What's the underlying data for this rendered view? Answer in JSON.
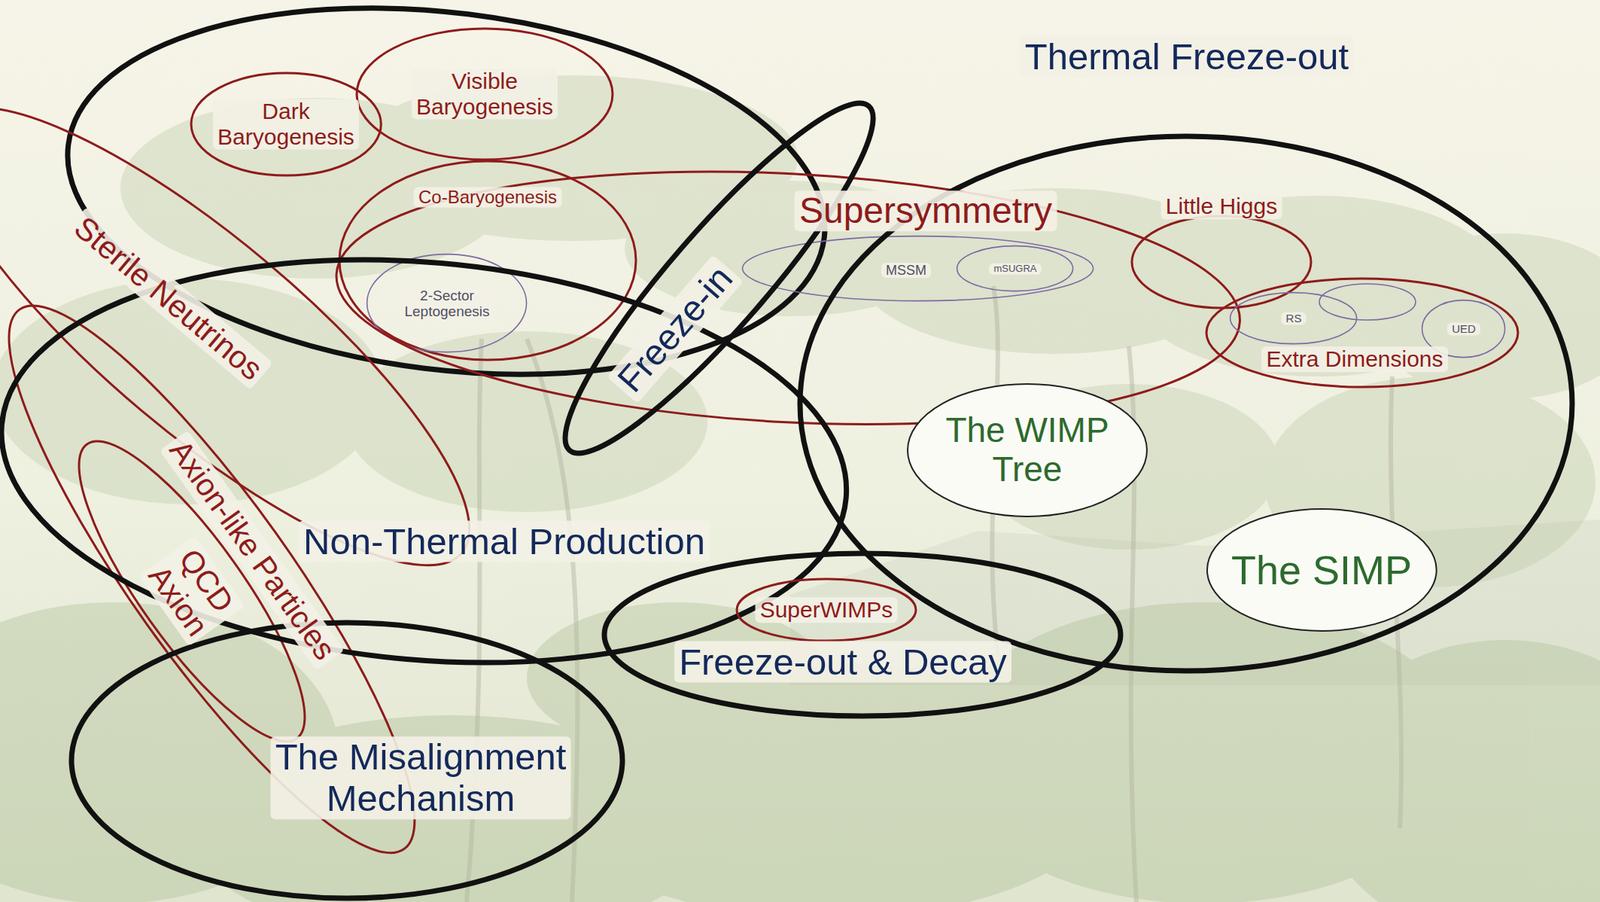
{
  "diagram": {
    "nodes": [
      {
        "text": [
          "Dark Baryogenesis"
        ]
      },
      {
        "text": [
          "Visible Baryogenesis"
        ]
      },
      {
        "text": [
          "Co-Baryogenesis"
        ]
      },
      {
        "text": [
          "2-Sector Leptogenesis"
        ],
        "in": 2
      },
      {
        "text": [
          "Supersymmetry"
        ]
      },
      {
        "text": [
          "MSSM"
        ],
        "in": 4
      },
      {
        "text": [
          "mSUGRA"
        ],
        "in": 5
      },
      {
        "text": [
          "Thermal Freeze-out"
        ]
      },
      {
        "text": [
          "Little Higgs"
        ]
      },
      {
        "text": [
          "Extra Dimensions"
        ]
      },
      {
        "text": [
          "RS"
        ],
        "in": 9
      },
      {
        "text": [
          "UED"
        ],
        "in": 9
      },
      {
        "text": [
          "Sterile Neutrinos"
        ]
      },
      {
        "text": [
          "Freeze-in"
        ]
      },
      {
        "text": [
          "The WIMP Tree"
        ],
        "in": 7
      },
      {
        "text": [
          "Axion-like Particles"
        ]
      },
      {
        "text": [
          "QCD Axion"
        ],
        "in": 15
      },
      {
        "text": [
          "Non-Thermal Production"
        ]
      },
      {
        "text": [
          "The SIMP"
        ],
        "in": 7
      },
      {
        "text": [
          "Freeze-out & Decay"
        ]
      },
      {
        "text": [
          "SuperWIMPs"
        ],
        "in": 19
      },
      {
        "text": [
          "The Misalignment Mechanism"
        ]
      }
    ]
  }
}
